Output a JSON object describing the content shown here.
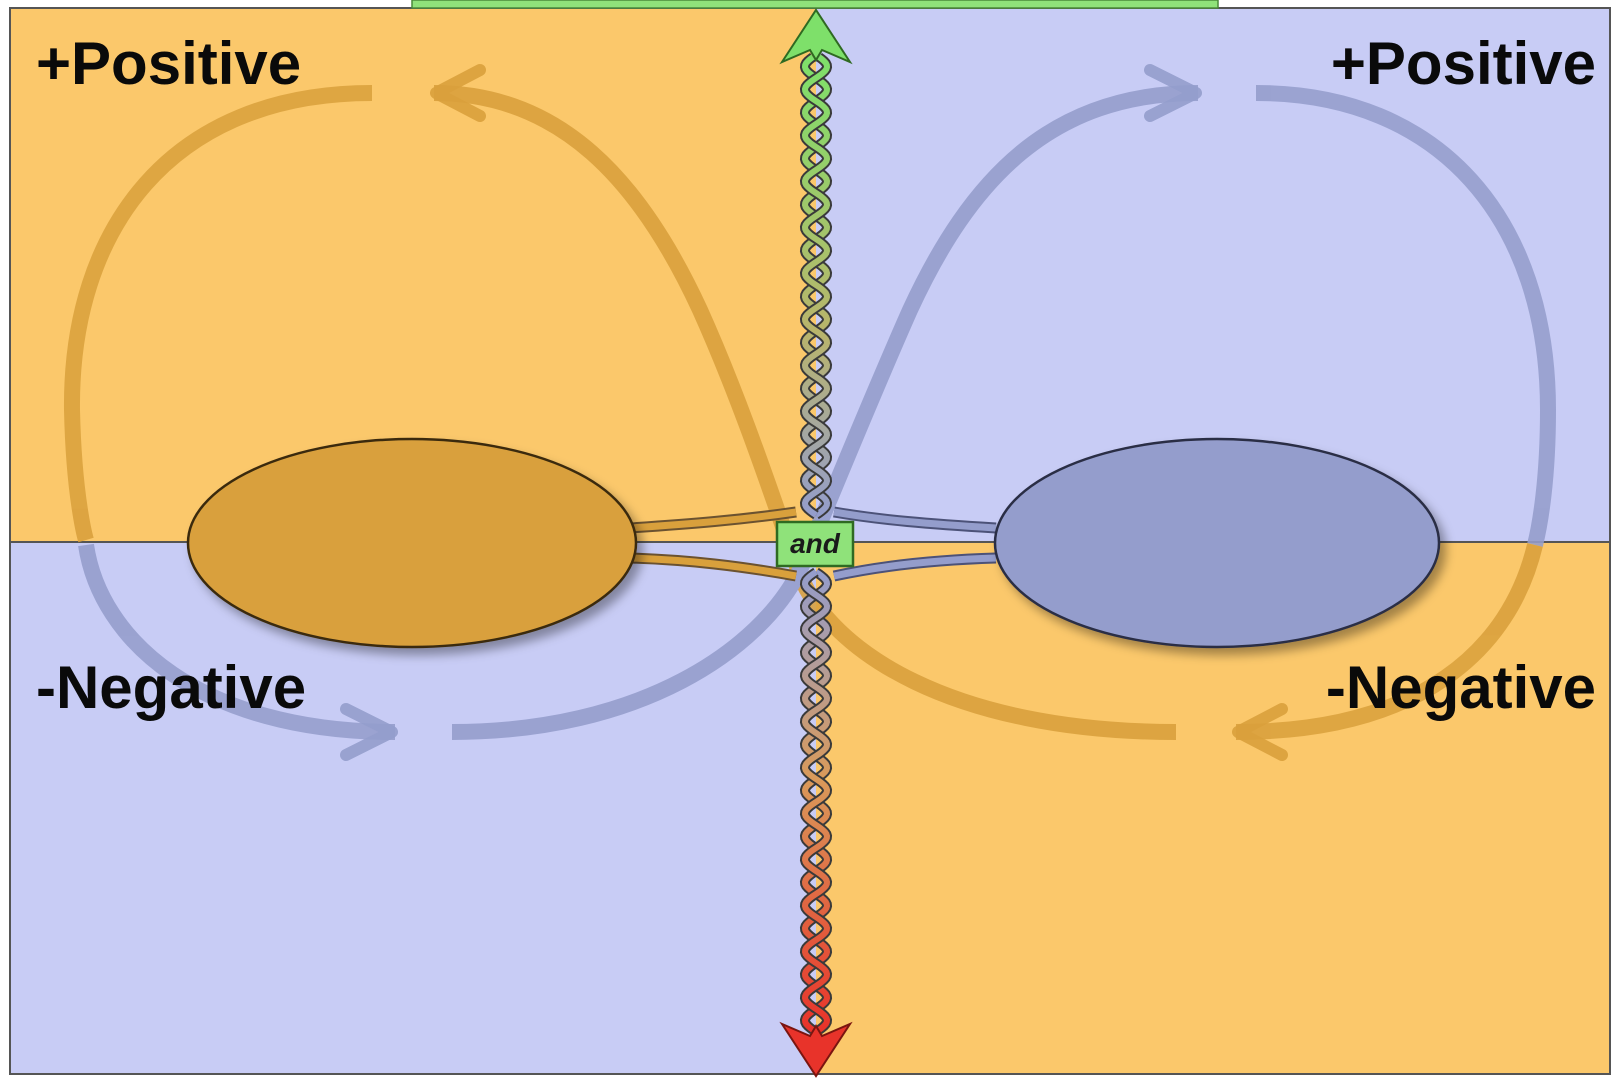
{
  "labels": {
    "top_left": "+Positive",
    "top_right": "+Positive",
    "bottom_left": "-Negative",
    "bottom_right": "-Negative",
    "center": "and"
  },
  "colors": {
    "orange_quadrant": "#fbc86b",
    "blue_quadrant": "#c8ccf5",
    "orange_ellipse": "#d9a03c",
    "blue_ellipse": "#949dcc",
    "orange_loop": "#d9a03c",
    "blue_loop": "#949dcc",
    "up_arrow": "#7ee06a",
    "down_arrow": "#e8332a",
    "and_box": "#8fe27a",
    "top_bar": "#8fe27a",
    "border": "#555555"
  }
}
